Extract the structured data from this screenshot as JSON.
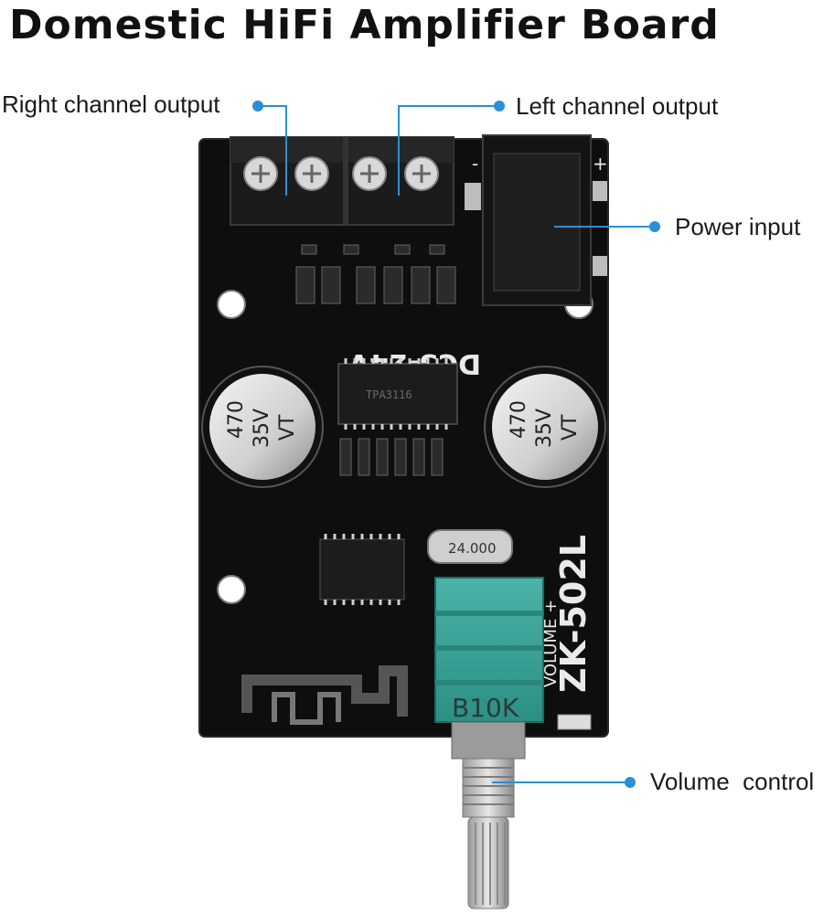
{
  "title": "Domestic HiFi Amplifier Board",
  "callouts": {
    "right_channel_output": "Right channel output",
    "left_channel_output": "Left channel output",
    "power_input": "Power input",
    "volume_control": "Volume  control"
  },
  "board": {
    "cap_left_value": "470",
    "cap_left_voltage": "35V",
    "cap_left_brand": "VT",
    "cap_right_value": "470",
    "cap_right_voltage": "35V",
    "cap_right_brand": "VT",
    "voltage_label": "DC5-24V",
    "model_label": "ZK-502L",
    "volume_silk": "VOLUME +",
    "pot_label": "B10K",
    "crystal_label": "24.000",
    "chip_label": "TPA3116",
    "minus_label": "-",
    "plus_label": "+"
  },
  "colors": {
    "accent": "#2a8fd6",
    "board": "#0d0d0d",
    "pot": "#3aa79b"
  }
}
